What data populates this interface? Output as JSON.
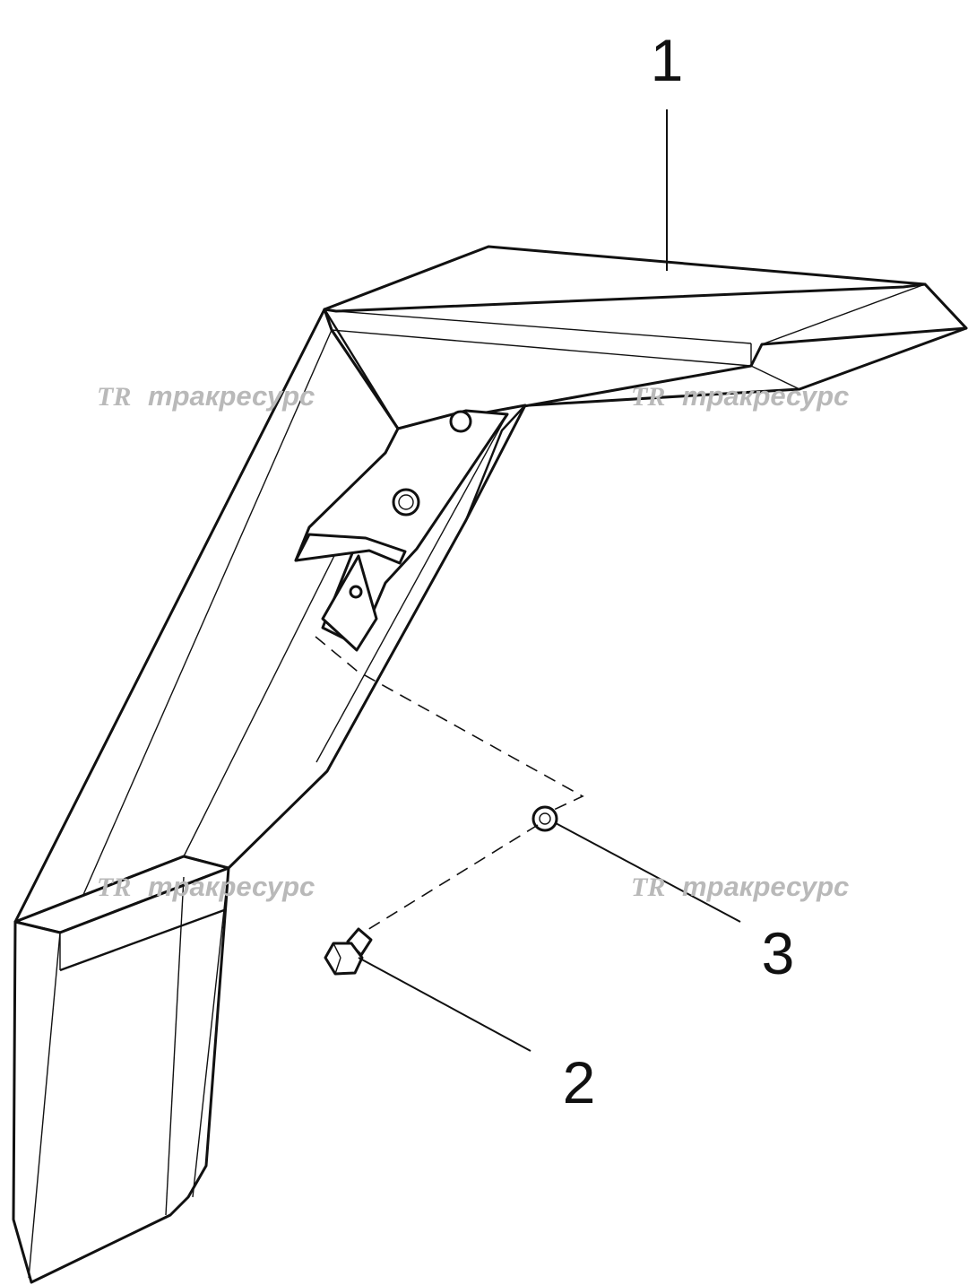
{
  "callouts": [
    {
      "id": "1",
      "label": "1"
    },
    {
      "id": "2",
      "label": "2"
    },
    {
      "id": "3",
      "label": "3"
    }
  ],
  "watermark": {
    "logo": "TR",
    "text": "тракресурс",
    "color": "#b9b9b9"
  },
  "colors": {
    "line": "#111111",
    "background": "#ffffff"
  }
}
